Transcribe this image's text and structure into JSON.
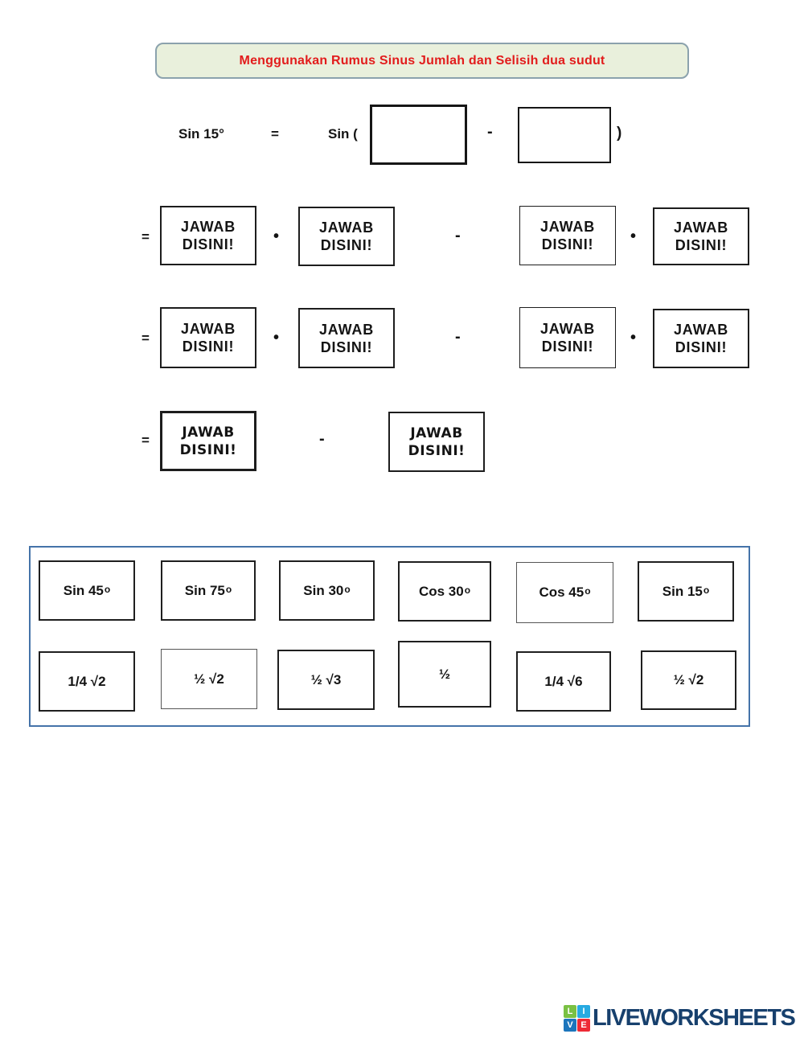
{
  "banner": {
    "text": "Menggunakan Rumus Sinus Jumlah dan Selisih dua sudut",
    "bg_color": "#e9f0dc",
    "border_color": "#8ba2ad",
    "text_color": "#e21c1c"
  },
  "equation": {
    "lhs": "Sin 15°",
    "equals": "=",
    "sin_open": "Sin (",
    "minus": "-",
    "close_paren": ")",
    "dot": "•",
    "answer": {
      "line1": "JAWAB",
      "line2": "DISINI!"
    }
  },
  "word_bank": {
    "border_color": "#4573a9",
    "angles": [
      {
        "base": "Sin 45",
        "sup": "o"
      },
      {
        "base": "Sin 75",
        "sup": "o"
      },
      {
        "base": "Sin 30",
        "sup": "o"
      },
      {
        "base": "Cos 30",
        "sup": "o"
      },
      {
        "base": "Cos 45",
        "sup": "o"
      },
      {
        "base": "Sin 15",
        "sup": "o"
      }
    ],
    "values": [
      "1/4 √2",
      "½ √2",
      "½ √3",
      "½",
      "1/4 √6",
      "½ √2"
    ]
  },
  "footer": {
    "brand": "LIVEWORKSHEETS",
    "brand_color": "#17406d",
    "icon_letters": [
      {
        "ch": "L",
        "bg": "#7ac143"
      },
      {
        "ch": "I",
        "bg": "#27aae1"
      },
      {
        "ch": "V",
        "bg": "#1c75bc"
      },
      {
        "ch": "E",
        "bg": "#ee2a35"
      }
    ]
  }
}
